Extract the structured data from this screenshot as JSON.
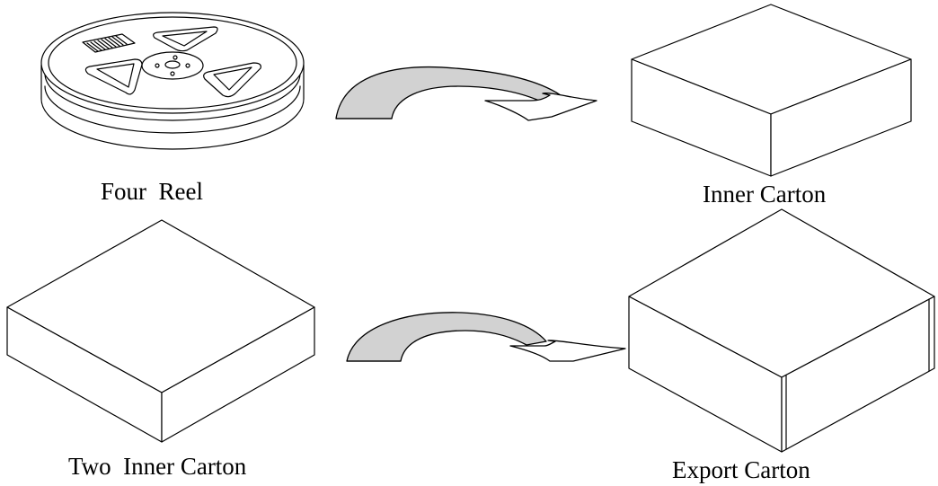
{
  "diagram": {
    "steps": [
      {
        "id": "reel",
        "label": "Four  Reel",
        "icon": "reel-icon"
      },
      {
        "id": "inner-carton",
        "label": "Inner Carton",
        "icon": "box-icon"
      },
      {
        "id": "two-inner-carton",
        "label": "Two  Inner Carton",
        "icon": "box-icon"
      },
      {
        "id": "export-carton",
        "label": "Export Carton",
        "icon": "large-box-icon"
      }
    ],
    "colors": {
      "arrow_fill": "#d2d2d2",
      "line": "#000000",
      "background": "#ffffff"
    }
  }
}
